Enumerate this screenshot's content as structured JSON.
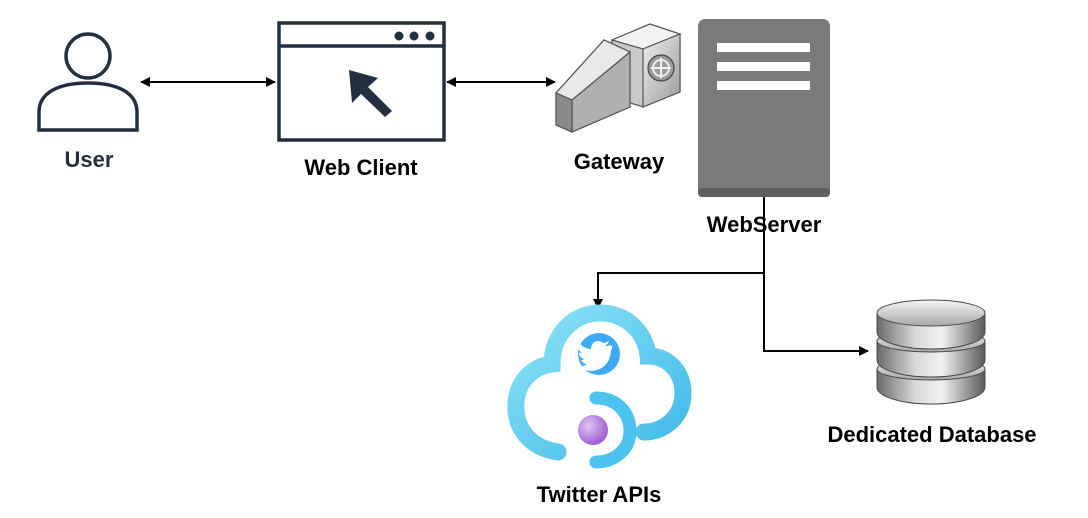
{
  "nodes": {
    "user": {
      "label": "User",
      "icon": "user-icon",
      "color": "#232f3e"
    },
    "web_client": {
      "label": "Web Client",
      "icon": "browser-window-icon"
    },
    "gateway": {
      "label": "Gateway",
      "icon": "gateway-icon"
    },
    "webserver": {
      "label": "WebServer",
      "icon": "server-icon",
      "color": "#7a7a7a"
    },
    "twitter_apis": {
      "label": "Twitter APIs",
      "icon": "cloud-twitter-icon",
      "accent": "#1d9bf0"
    },
    "database": {
      "label": "Dedicated Database",
      "icon": "database-icon"
    }
  },
  "edges": [
    {
      "from": "user",
      "to": "web_client",
      "direction": "both"
    },
    {
      "from": "web_client",
      "to": "gateway",
      "direction": "both"
    },
    {
      "from": "webserver",
      "to": "twitter_apis",
      "direction": "forward"
    },
    {
      "from": "webserver",
      "to": "database",
      "direction": "forward"
    }
  ]
}
